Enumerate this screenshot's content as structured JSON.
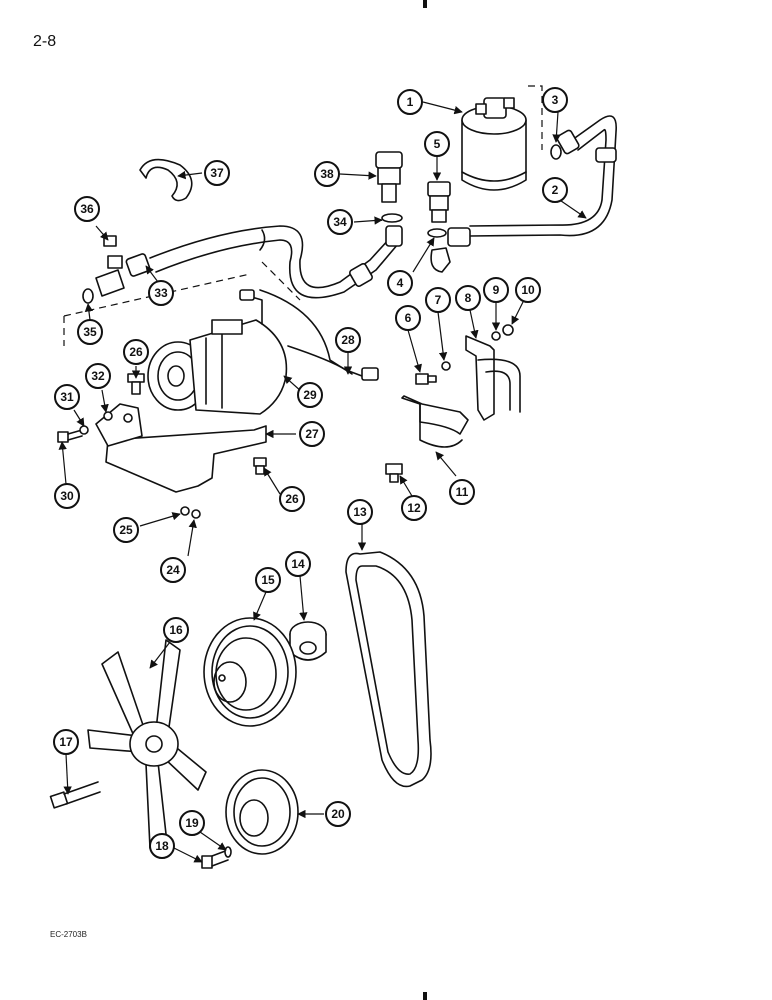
{
  "page_number": "2-8",
  "drawing_code": "EC-2703B",
  "callouts": [
    "1",
    "2",
    "3",
    "4",
    "5",
    "6",
    "7",
    "8",
    "9",
    "10",
    "11",
    "12",
    "13",
    "14",
    "15",
    "16",
    "17",
    "18",
    "19",
    "20",
    "24",
    "25",
    "26",
    "26",
    "27",
    "28",
    "29",
    "30",
    "31",
    "32",
    "33",
    "34",
    "35",
    "36",
    "37",
    "38"
  ]
}
